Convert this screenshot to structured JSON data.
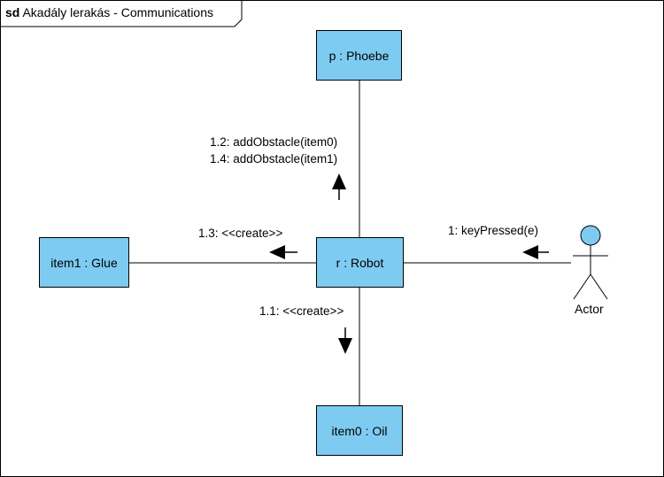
{
  "frame": {
    "keyword": "sd",
    "title": "Akadály lerakás - Communications"
  },
  "lifelines": {
    "phoebe": "p : Phoebe",
    "robot": "r : Robot",
    "glue": "item1 : Glue",
    "oil": "item0 : Oil"
  },
  "actor": {
    "label": "Actor"
  },
  "messages": {
    "key_pressed": "1: keyPressed(e)",
    "create_oil": "1.1: <<create>>",
    "add_obstacle_0": "1.2: addObstacle(item0)",
    "create_glue": "1.3: <<create>>",
    "add_obstacle_1": "1.4: addObstacle(item1)"
  },
  "colors": {
    "object_fill": "#7ecbf2",
    "actor_head": "#7ecbf2",
    "line": "#000000"
  }
}
